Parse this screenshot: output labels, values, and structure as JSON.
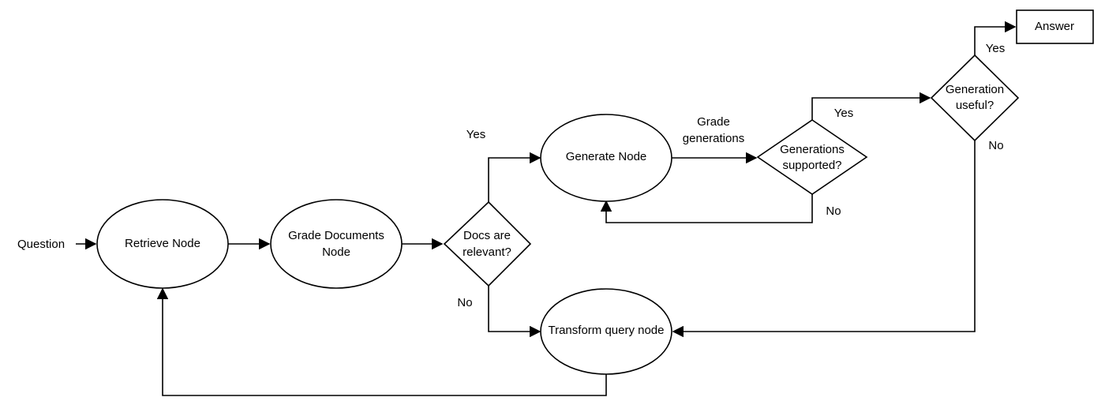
{
  "diagram": {
    "input_label": "Question",
    "nodes": {
      "retrieve": {
        "label": "Retrieve Node"
      },
      "grade_documents": {
        "line1": "Grade Documents",
        "line2": "Node"
      },
      "docs_relevant": {
        "line1": "Docs are",
        "line2": "relevant?"
      },
      "generate": {
        "label": "Generate Node"
      },
      "transform_query": {
        "label": "Transform query node"
      },
      "generations_supported": {
        "line1": "Generations",
        "line2": "supported?"
      },
      "generation_useful": {
        "line1": "Generation",
        "line2": "useful?"
      },
      "answer": {
        "label": "Answer"
      }
    },
    "edges": {
      "docs_yes": "Yes",
      "docs_no": "No",
      "grade_generations_line1": "Grade",
      "grade_generations_line2": "generations",
      "supported_yes": "Yes",
      "supported_no": "No",
      "useful_yes": "Yes",
      "useful_no": "No"
    },
    "colors": {
      "stroke": "#000000",
      "fill": "#ffffff",
      "text": "#000000"
    }
  }
}
